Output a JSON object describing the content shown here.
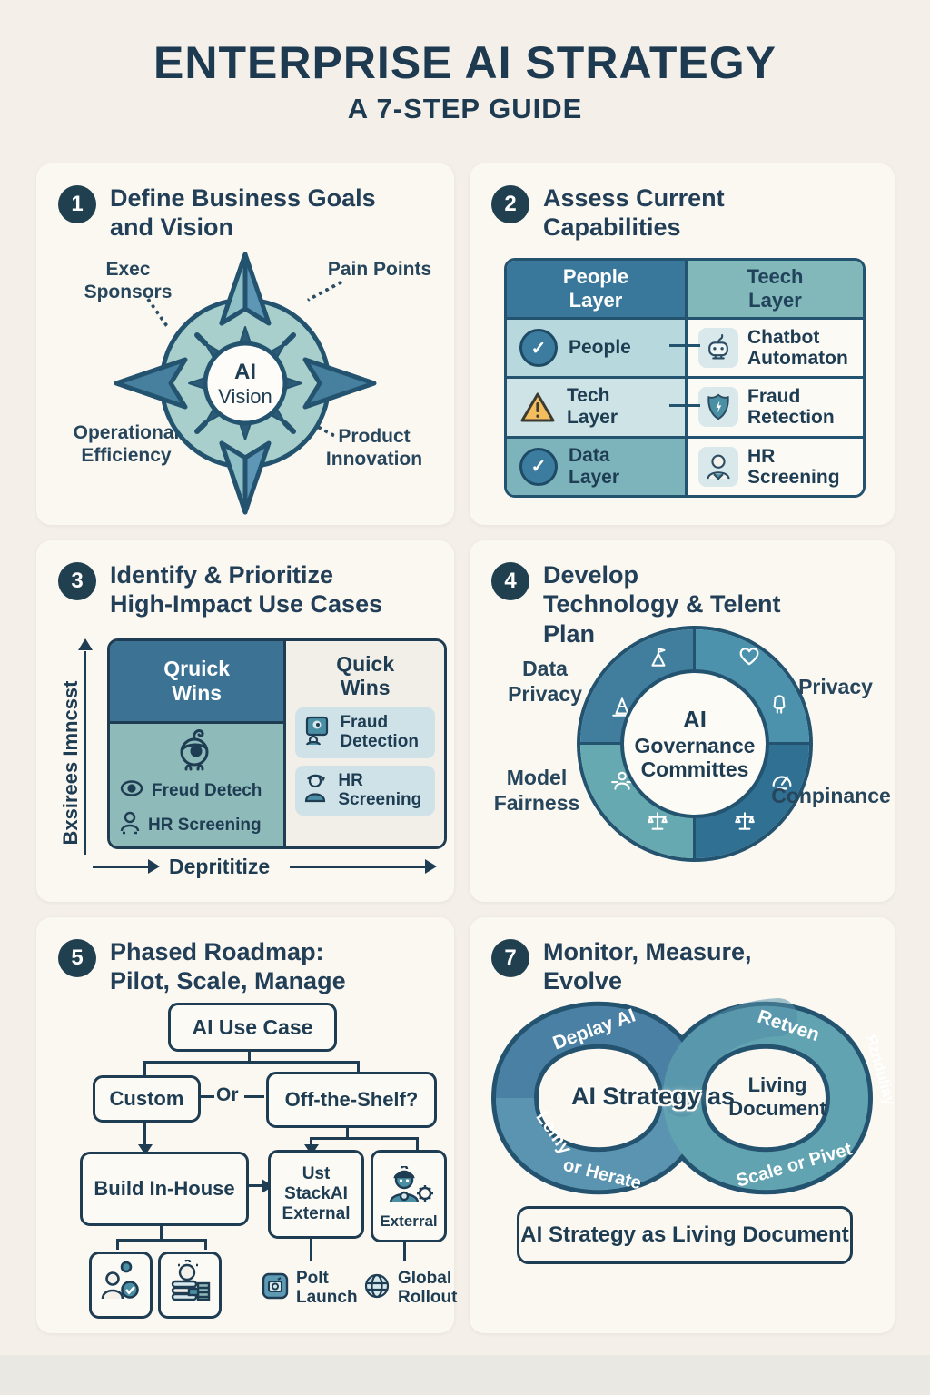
{
  "page": {
    "title": "ENTERPRISE AI STRATEGY",
    "subtitle": "A 7-STEP GUIDE"
  },
  "colors": {
    "accent_dark": "#24536f",
    "badge": "#20404f",
    "header_blue": "#39789b",
    "header_teal": "#82b8ba",
    "quad_blue": "#3c7294",
    "quad_teal": "#8fbaba",
    "warning_orange": "#f4bd5e",
    "panel_bg": "#fbf8f2",
    "page_bg": "#f4f0e9"
  },
  "step1": {
    "number": "1",
    "title": "Define Business Goals and Vision",
    "labels": {
      "top_left": "Exec Sponsors",
      "top_right": "Pain Points",
      "bottom_left": "Operational Efficiency",
      "bottom_right": "Product Innovation"
    },
    "center": {
      "line1": "AI",
      "line2": "Vision"
    }
  },
  "step2": {
    "number": "2",
    "title": "Assess Current Capabilities",
    "table": {
      "headers": [
        "People Layer",
        "Teech Layer"
      ],
      "rows": [
        {
          "left_icon": "check-circle-icon",
          "left": "People",
          "right_icon": "chatbot-icon",
          "right": "Chatbot Automaton"
        },
        {
          "left_icon": "warning-triangle-icon",
          "left": "Tech Layer",
          "right_icon": "shield-icon",
          "right": "Fraud Retection"
        },
        {
          "left_icon": "check-circle-icon",
          "left": "Data Layer",
          "right_icon": "person-icon",
          "right": "HR Screening"
        }
      ]
    },
    "check_glyph": "✓"
  },
  "step3": {
    "number": "3",
    "title": "Identify & Prioritize High-Impact Use Cases",
    "y_axis": "Bxsirees Imncsst",
    "x_axis": "Deprititize",
    "quadrant_title": "Qruick Wins",
    "right_title": "Quick Wins",
    "left_items": [
      "Freud Detech",
      "HR Screening"
    ],
    "chips": [
      "Fraud Detection",
      "HR Screening"
    ]
  },
  "step4": {
    "number": "4",
    "title": "Develop Technology & Telent Plan",
    "center": {
      "line1": "AI",
      "line2": "Governance",
      "line3": "Committes"
    },
    "labels": {
      "top_left": "Data Privacy",
      "top_right": "Privacy",
      "bottom_left": "Model Fairness",
      "bottom_right": "Conpinance"
    }
  },
  "step5": {
    "number": "5",
    "title": "Phased Roadmap: Pilot, Scale, Manage",
    "nodes": {
      "root": "AI Use Case",
      "custom": "Custom",
      "or": "Or",
      "off_shelf": "Off-the-Shelf?",
      "build": "Build In-House",
      "stack": "Ust StackAI External",
      "external": "Exterral",
      "pilot": "Polt Launch",
      "global": "Global Rollout"
    }
  },
  "step7": {
    "number": "7",
    "title": "Monitor, Measure, Evolve",
    "arcs": {
      "top_left": "Deplay AI",
      "top_right": "Retven",
      "right_side": "Яznduliay",
      "bottom_left_1": "Lemy",
      "bottom_left_2": "or Herate",
      "bottom_right": "Scale or Pivet"
    },
    "center_left": "AI Strategy as",
    "center_right": {
      "line1": "Living",
      "line2": "Document"
    },
    "footer": "AI Strategy as Living Document"
  }
}
